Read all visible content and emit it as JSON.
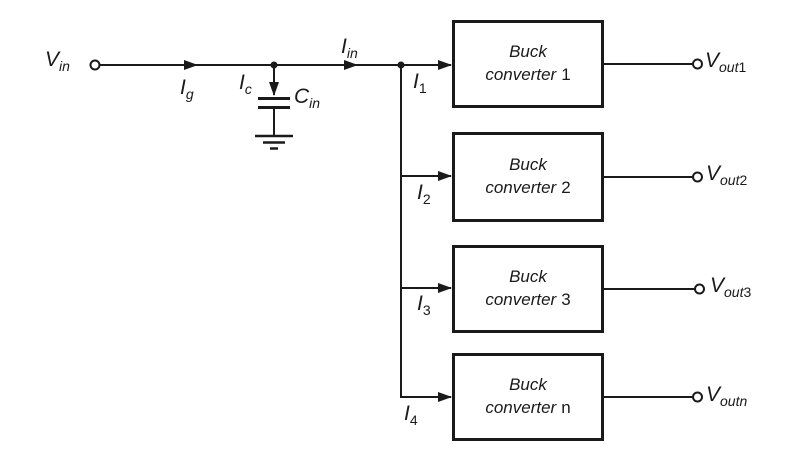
{
  "background": "#ffffff",
  "line_color": "#1a1a1a",
  "labels": {
    "vin": {
      "main": "V",
      "sub_i": "in",
      "sub_u": ""
    },
    "ig": {
      "main": "I",
      "sub_i": "g",
      "sub_u": ""
    },
    "ic": {
      "main": "I",
      "sub_i": "c",
      "sub_u": ""
    },
    "cin": {
      "main": "C",
      "sub_i": "in",
      "sub_u": ""
    },
    "iin": {
      "main": "I",
      "sub_i": "in",
      "sub_u": ""
    },
    "i1": {
      "main": "I",
      "sub_i": "",
      "sub_u": "1"
    },
    "i2": {
      "main": "I",
      "sub_i": "",
      "sub_u": "2"
    },
    "i3": {
      "main": "I",
      "sub_i": "",
      "sub_u": "3"
    },
    "i4": {
      "main": "I",
      "sub_i": "",
      "sub_u": "4"
    }
  },
  "converters": [
    {
      "line1": "Buck",
      "line2": "converter",
      "suffix": "1"
    },
    {
      "line1": "Buck",
      "line2": "converter",
      "suffix": "2"
    },
    {
      "line1": "Buck",
      "line2": "converter",
      "suffix": "3"
    },
    {
      "line1": "Buck",
      "line2": "converter",
      "suffix": "n"
    }
  ],
  "outputs": [
    {
      "main": "V",
      "sub_i": "out",
      "sub_u": "1"
    },
    {
      "main": "V",
      "sub_i": "out",
      "sub_u": "2"
    },
    {
      "main": "V",
      "sub_i": "out",
      "sub_u": "3"
    },
    {
      "main": "V",
      "sub_i": "outn",
      "sub_u": ""
    }
  ]
}
